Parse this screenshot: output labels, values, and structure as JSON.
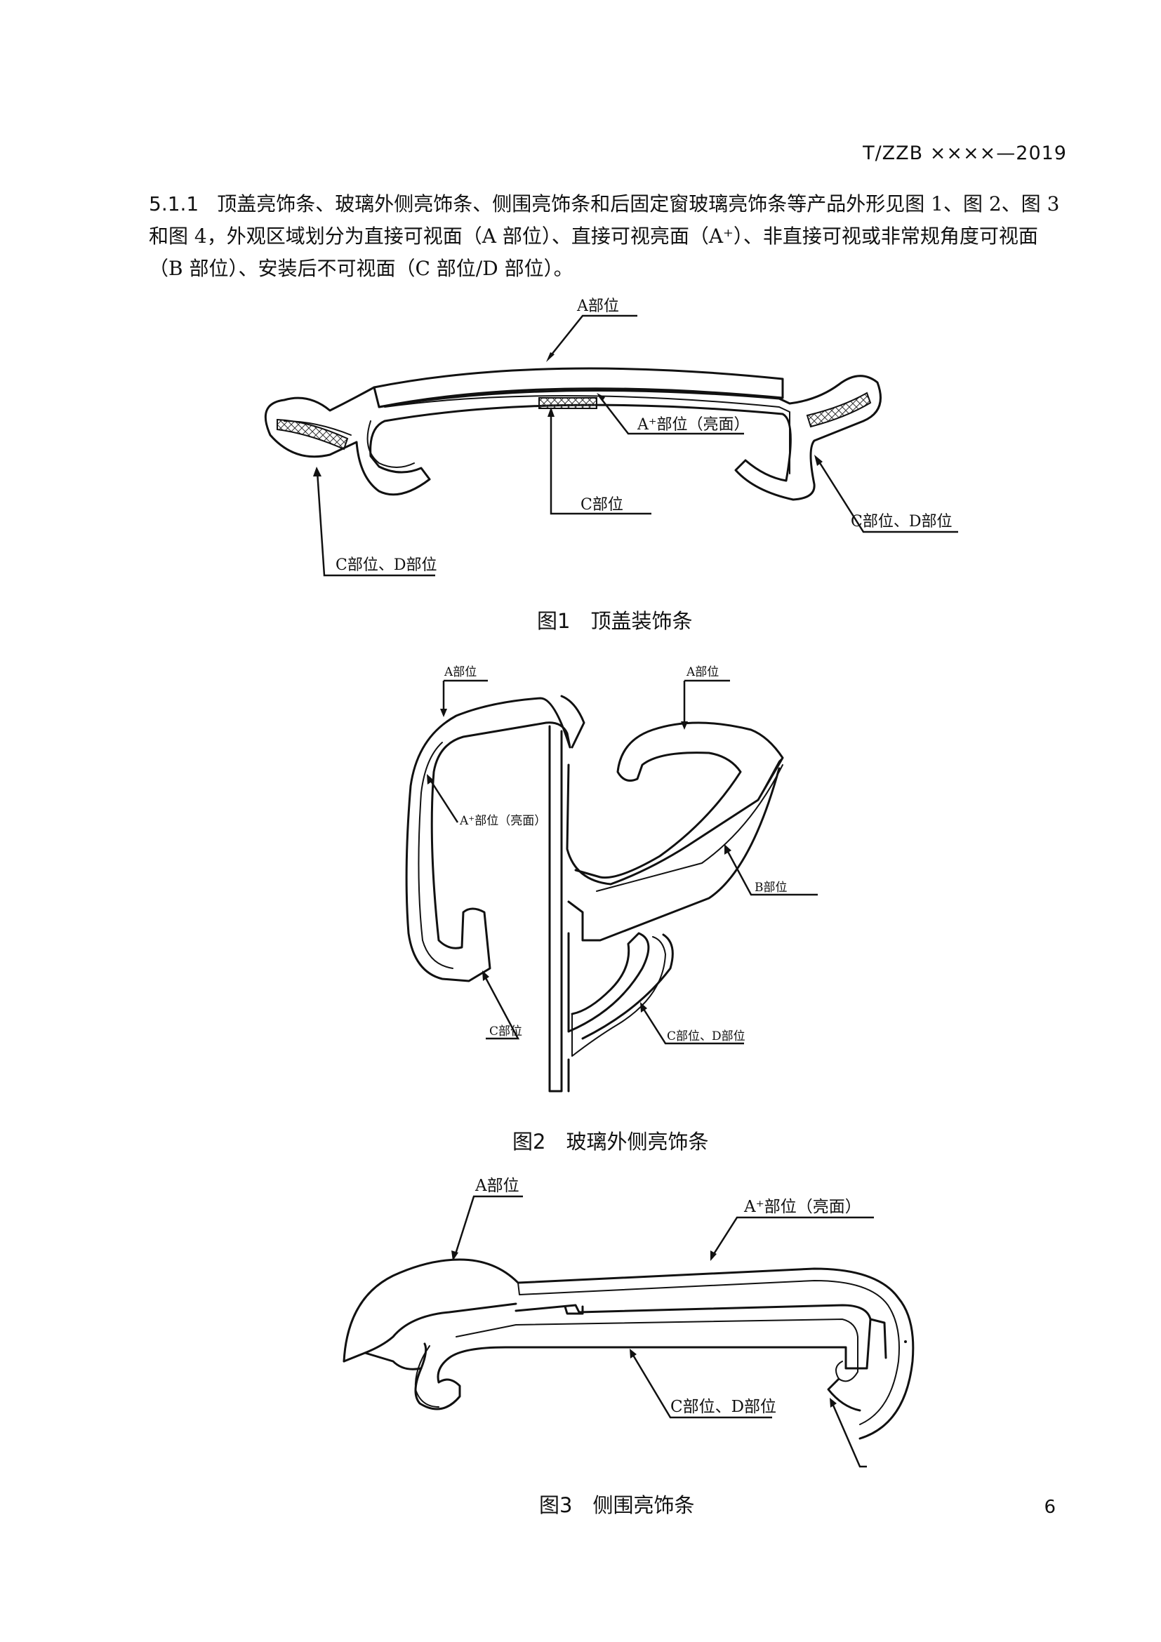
{
  "header": {
    "doc_code": "T/ZZB ××××—2019"
  },
  "section": {
    "number": "5.1.1",
    "text": "顶盖亮饰条、玻璃外侧亮饰条、侧围亮饰条和后固定窗玻璃亮饰条等产品外形见图 1、图 2、图 3 和图 4，外观区域划分为直接可视面（A 部位）、直接可视亮面（A⁺）、非直接可视或非常规角度可视面（B 部位）、安装后不可视面（C 部位/D 部位）。"
  },
  "figure1": {
    "caption": "图1　顶盖装饰条",
    "labels": {
      "a": "A部位",
      "a_plus": "A⁺部位（亮面）",
      "c": "C部位",
      "cd_right": "C部位、D部位",
      "cd_left": "C部位、D部位"
    }
  },
  "figure2": {
    "caption": "图2　玻璃外侧亮饰条",
    "labels": {
      "a_left": "A部位",
      "a_right": "A部位",
      "a_plus": "A⁺部位（亮面）",
      "b": "B部位",
      "c": "C部位",
      "cd": "C部位、D部位"
    }
  },
  "figure3": {
    "caption": "图3　侧围亮饰条",
    "labels": {
      "a": "A部位",
      "a_plus": "A⁺部位（亮面）",
      "cd": "C部位、D部位"
    }
  },
  "page_number": "6"
}
